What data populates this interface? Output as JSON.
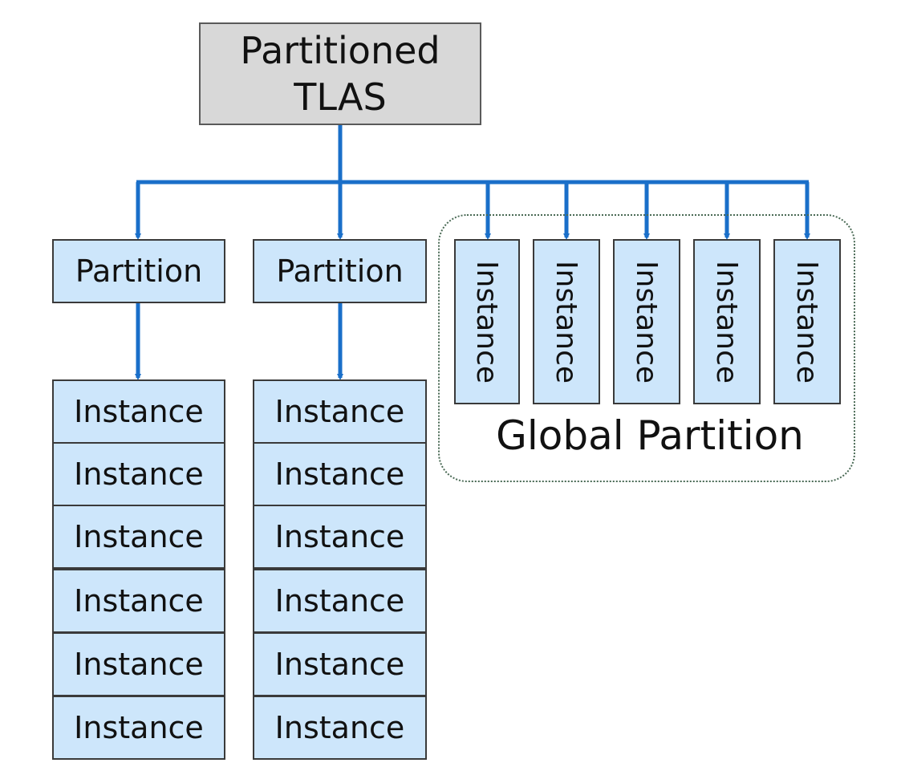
{
  "root": {
    "line1": "Partitioned",
    "line2": "TLAS"
  },
  "partitions": [
    {
      "label": "Partition",
      "instances": [
        "Instance",
        "Instance",
        "Instance",
        "Instance",
        "Instance",
        "Instance"
      ]
    },
    {
      "label": "Partition",
      "instances": [
        "Instance",
        "Instance",
        "Instance",
        "Instance",
        "Instance",
        "Instance"
      ]
    }
  ],
  "global_partition": {
    "label": "Global Partition",
    "instances": [
      "Instance",
      "Instance",
      "Instance",
      "Instance",
      "Instance"
    ]
  },
  "colors": {
    "connector": "#1a6fc9",
    "node_fill": "#cde6fb",
    "root_fill": "#d8d8d8"
  }
}
